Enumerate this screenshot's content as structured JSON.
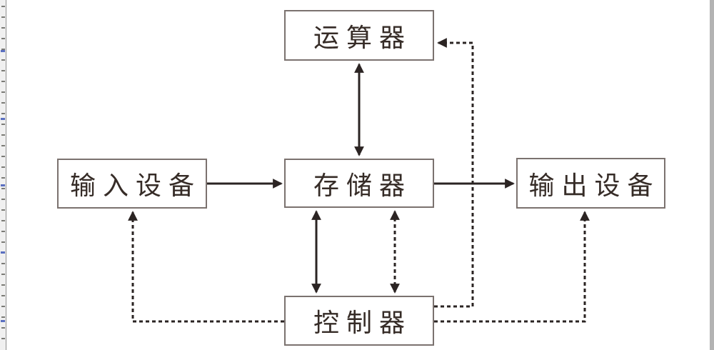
{
  "diagram": {
    "title": "computer-architecture-block-diagram",
    "nodes": {
      "alu": {
        "label": "运算器"
      },
      "input": {
        "label": "输入设备"
      },
      "memory": {
        "label": "存储器"
      },
      "output": {
        "label": "输出设备"
      },
      "controller": {
        "label": "控制器"
      }
    },
    "connections": [
      {
        "from": "alu",
        "to": "memory",
        "style": "solid",
        "bidirectional": true
      },
      {
        "from": "input",
        "to": "memory",
        "style": "solid",
        "bidirectional": false
      },
      {
        "from": "memory",
        "to": "output",
        "style": "solid",
        "bidirectional": false
      },
      {
        "from": "memory",
        "to": "controller",
        "style": "solid",
        "bidirectional": true
      },
      {
        "from": "memory",
        "to": "controller",
        "style": "dashed",
        "bidirectional": true
      },
      {
        "from": "controller",
        "to": "alu",
        "style": "dashed",
        "bidirectional": false
      },
      {
        "from": "controller",
        "to": "input",
        "style": "dashed",
        "bidirectional": false
      },
      {
        "from": "controller",
        "to": "output",
        "style": "dashed",
        "bidirectional": false
      }
    ],
    "colors": {
      "line": "#2b2423",
      "box_border": "#7b726f",
      "text": "#362c27",
      "background": "#ffffff",
      "ruler_background": "#f0f0f0",
      "ruler_tick": "#666660",
      "ruler_blue_tick": "#5a6fc0",
      "right_edge_strip": "#b3b3b3"
    }
  }
}
